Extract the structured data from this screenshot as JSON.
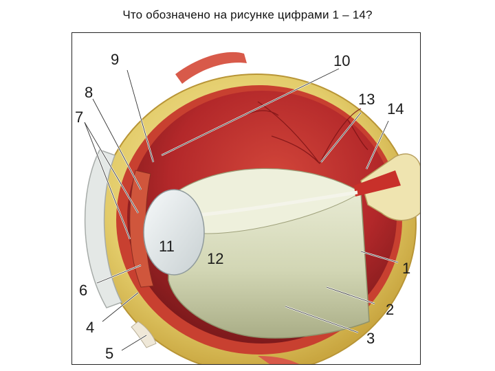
{
  "title": "Что обозначено на рисунке цифрами 1 – 14?",
  "labels": {
    "l1": "1",
    "l2": "2",
    "l3": "3",
    "l4": "4",
    "l5": "5",
    "l6": "6",
    "l7": "7",
    "l8": "8",
    "l9": "9",
    "l10": "10",
    "l11": "11",
    "l12": "12",
    "l13": "13",
    "l14": "14"
  },
  "colors": {
    "sclera": "#e8d57a",
    "choroid": "#c8402c",
    "retina_inner": "#b8262a",
    "vitreous": "#d8dcc0",
    "lens": "#e6ecee",
    "muscle": "#d85a4a"
  }
}
